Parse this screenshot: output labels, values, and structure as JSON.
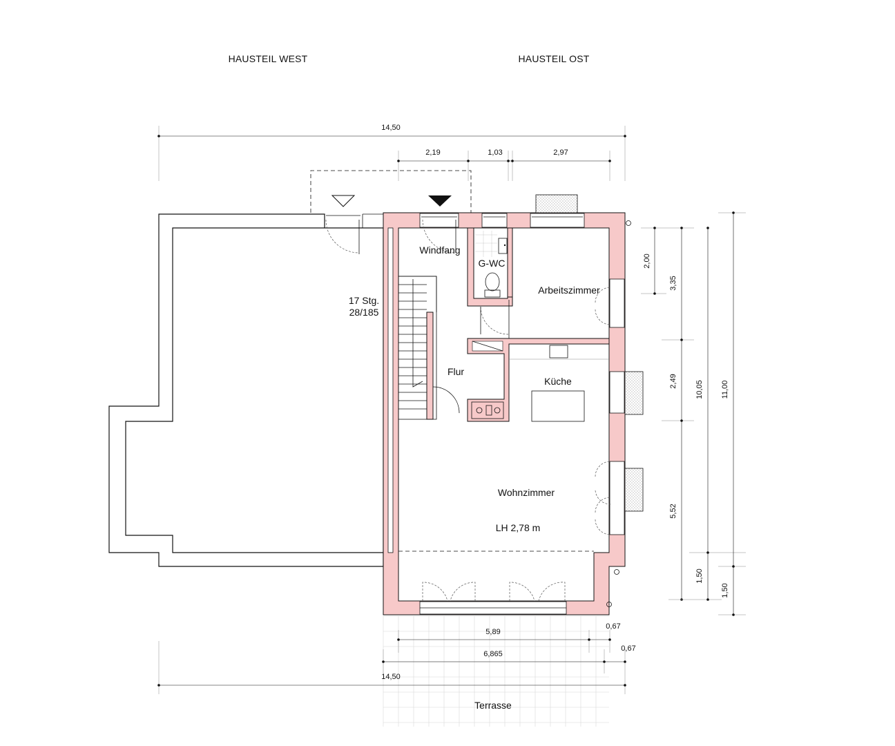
{
  "headings": {
    "west": "HAUSTEIL WEST",
    "east": "HAUSTEIL OST"
  },
  "rooms": {
    "windfang": "Windfang",
    "gwc": "G-WC",
    "arbeitszimmer": "Arbeitszimmer",
    "flur": "Flur",
    "kueche": "Küche",
    "wohnzimmer": "Wohnzimmer",
    "ceiling_height": "LH 2,78 m",
    "stairs_steps": "17 Stg.",
    "stairs_ratio": "28/185",
    "terrasse": "Terrasse"
  },
  "dimensions": {
    "top_total": "14,50",
    "top_seg_1": "2,19",
    "top_seg_2": "1,03",
    "top_seg_3": "2,97",
    "right_2_00": "2,00",
    "right_3_35": "3,35",
    "right_2_49": "2,49",
    "right_5_52": "5,52",
    "right_1_50_a": "1,50",
    "right_10_05": "10,05",
    "right_11_00": "11,00",
    "right_1_50_b": "1,50",
    "bottom_5_89": "5,89",
    "bottom_0_67_a": "0,67",
    "bottom_6_865": "6,865",
    "bottom_0_67_b": "0,67",
    "bottom_total": "14,50"
  },
  "colors": {
    "wall_fill": "#f7c9c9",
    "line": "#111111"
  }
}
